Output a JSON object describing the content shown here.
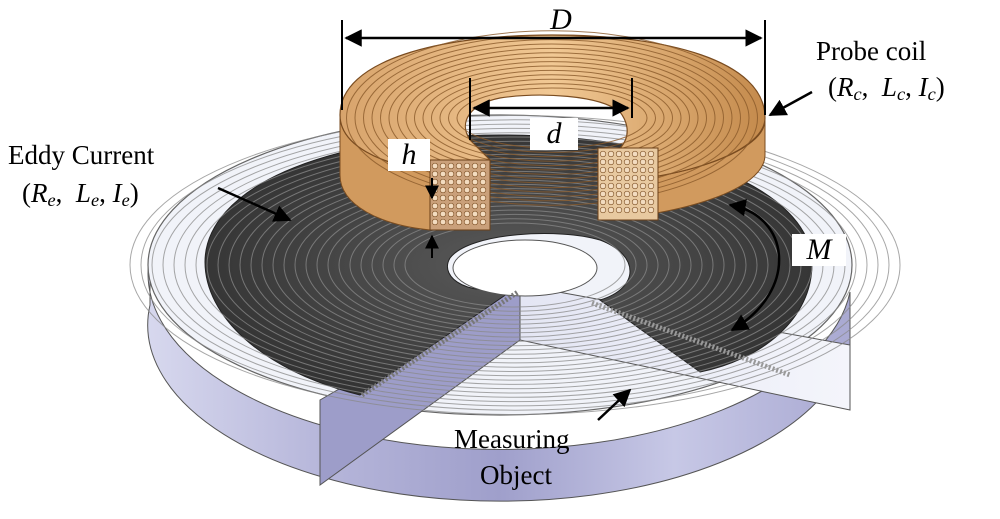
{
  "labels": {
    "D": "D",
    "d": "d",
    "h": "h",
    "M": "M",
    "probe_coil": "Probe coil",
    "probe_coil_params": {
      "R": "R",
      "R_sub": "c",
      "L": "L",
      "L_sub": "c",
      "I": "I",
      "I_sub": "c"
    },
    "eddy_current": "Eddy Current",
    "eddy_current_params": {
      "R": "R",
      "R_sub": "e",
      "L": "L",
      "L_sub": "e",
      "I": "I",
      "I_sub": "e"
    },
    "measuring_object_line1": "Measuring",
    "measuring_object_line2": "Object"
  },
  "colors": {
    "coil_copper": "#d9a66b",
    "coil_copper_dark": "#a86e35",
    "eddy_surface": "#3b3b3b",
    "disk_top": "#f0f3f8",
    "disk_side": "#b3b3d6",
    "disk_side_light": "#e3e4f3",
    "line": "#000000"
  }
}
